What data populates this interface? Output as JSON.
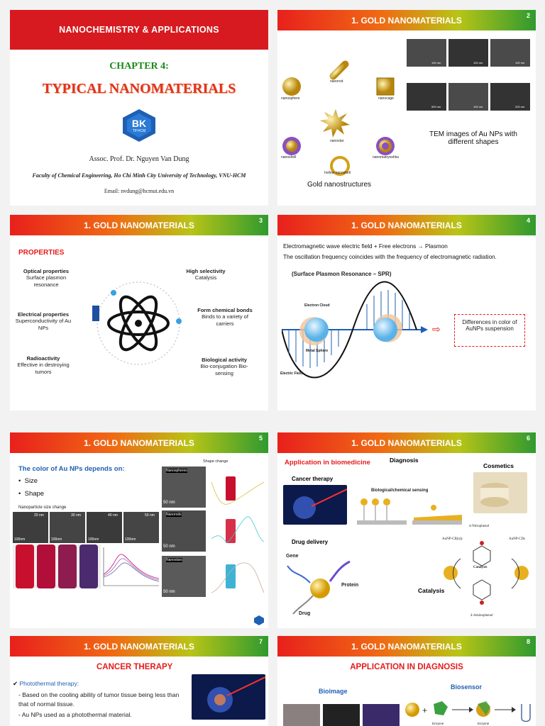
{
  "slide1": {
    "header": "NANOCHEMISTRY & APPLICATIONS",
    "chapter": "CHAPTER 4:",
    "title": "TYPICAL NANOMATERIALS",
    "logo_text": "BK",
    "logo_sub": "TP.HCM",
    "author": "Assoc. Prof. Dr. Nguyen Van Dung",
    "affiliation": "Faculty of Chemical Engineering, Ho Chi Minh City University of Technology, VNU-HCM",
    "email": "Email: nvdung@hcmut.edu.vn"
  },
  "slide2": {
    "header": "1. GOLD NANOMATERIALS",
    "num": "2",
    "labels": [
      "nanosphere",
      "nanorod",
      "nanocage",
      "nanostar",
      "nanoshell",
      "nanomatryoshka",
      "hollow nanoshell"
    ],
    "caption_left": "Gold nanostructures",
    "caption_right": "TEM images of Au NPs with different shapes",
    "tem_labels": [
      "100 nm",
      "100 nm",
      "100 nm",
      "500 nm",
      "100 nm",
      "200 nm"
    ]
  },
  "slide3": {
    "header": "1. GOLD NANOMATERIALS",
    "num": "3",
    "section": "PROPERTIES",
    "props": [
      {
        "title": "Optical properties",
        "desc": "Surface plasmon resonance"
      },
      {
        "title": "Electrical properties",
        "desc": "Superconductivity of Au NPs"
      },
      {
        "title": "Radioactivity",
        "desc": "Effective in destroying tumors"
      },
      {
        "title": "High selectivity",
        "desc": "Catalysis"
      },
      {
        "title": "Form chemical bonds",
        "desc": "Binds to a variety of carriers"
      },
      {
        "title": "Biological activity",
        "desc": "Bio-conjugation Bio-sensing"
      }
    ]
  },
  "slide4": {
    "header": "1. GOLD NANOMATERIALS",
    "num": "4",
    "line1": "Electromagnetic wave electric field + Free electrons → Plasmon",
    "line2": "The oscillation frequency coincides with the frequency of electromagnetic radiation.",
    "spr": "(Surface Plasmon Resonance – SPR)",
    "electron_cloud": "Electron Cloud",
    "metal_sphere": "Metal Sphere",
    "electric_field": "Electric Field",
    "box": "Differences in color of AuNPs suspension"
  },
  "slide5": {
    "header": "1. GOLD NANOMATERIALS",
    "num": "5",
    "heading": "The color of Au NPs depends on:",
    "bullets": [
      "Size",
      "Shape"
    ],
    "size_change": "Nanoparticle size change",
    "shape_change": "Shape change",
    "sizes": [
      "20 nm",
      "30 nm",
      "40 nm",
      "50 nm"
    ],
    "scale": [
      "100nm",
      "100nm",
      "100nm",
      "100nm"
    ],
    "shapes": [
      "Nanospheres",
      "Nanorods",
      "Nanostars"
    ],
    "shape_scale": "50 nm"
  },
  "slide6": {
    "header": "1. GOLD NANOMATERIALS",
    "num": "6",
    "heading": "Application in biomedicine",
    "cancer": "Cancer therapy",
    "diagnosis": "Diagnosis",
    "sensing": "Biological/chemical sensing",
    "cosmetics": "Cosmetics",
    "drug_delivery": "Drug delivery",
    "gene": "Gene",
    "protein": "Protein",
    "drug": "Drug",
    "catalysis": "Catalysis",
    "nitro": "4-Nitrophenol",
    "amino": "4-Aminophenol",
    "aunp1": "AuNP-CB[n]s",
    "aunp2": "AuNP-CDs",
    "cat_mid": "Catalysis"
  },
  "slide7": {
    "header": "1. GOLD NANOMATERIALS",
    "num": "7",
    "title": "CANCER THERAPY",
    "check": "Photothermal therapy:",
    "l1": "- Based on the cooling ability of tumor tissue being less than that of normal tissue.",
    "l2": "- Au NPs used as a photothermal material."
  },
  "slide8": {
    "header": "1. GOLD NANOMATERIALS",
    "num": "8",
    "title": "APPLICATION IN DIAGNOSIS",
    "bioimage": "Bioimage",
    "biosensor": "Biosensor",
    "enzyme": "Enzyme",
    "enzyme2": "Enzyme"
  },
  "colors": {
    "red": "#d71a1f",
    "blue": "#1f5fb4",
    "gold": "#d4a017"
  }
}
